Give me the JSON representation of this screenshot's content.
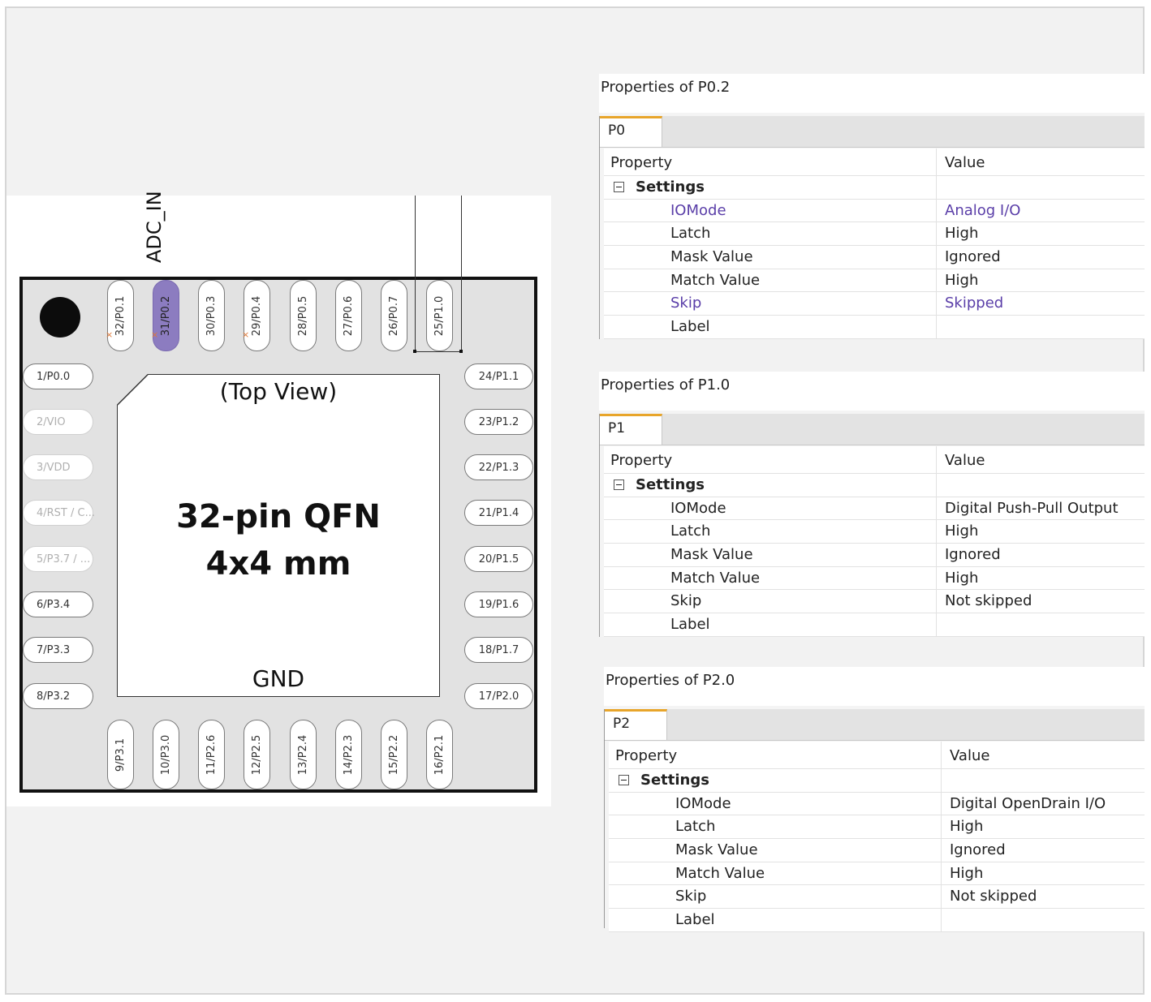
{
  "chip": {
    "title_text": "(Top View)",
    "package_line1": "32-pin QFN",
    "package_line2": "4x4 mm",
    "center_label": "GND",
    "net_label": "ADC_IN",
    "top_pins": [
      "32/P0.1",
      "31/P0.2",
      "30/P0.3",
      "29/P0.4",
      "28/P0.5",
      "27/P0.6",
      "26/P0.7",
      "25/P1.0"
    ],
    "left_pins": [
      "1/P0.0",
      "2/VIO",
      "3/VDD",
      "4/RST / C...",
      "5/P3.7 / ...",
      "6/P3.4",
      "7/P3.3",
      "8/P3.2"
    ],
    "right_pins": [
      "24/P1.1",
      "23/P1.2",
      "22/P1.3",
      "21/P1.4",
      "20/P1.5",
      "19/P1.6",
      "18/P1.7",
      "17/P2.0"
    ],
    "bottom_pins": [
      "9/P3.1",
      "10/P3.0",
      "11/P2.6",
      "12/P2.5",
      "13/P2.4",
      "14/P2.3",
      "15/P2.2",
      "16/P2.1"
    ],
    "selected_pin_color": "#8c7cc0"
  },
  "panels": [
    {
      "title": "Properties of P0.2",
      "tab": "P0",
      "header": {
        "property": "Property",
        "value": "Value"
      },
      "category": "Settings",
      "rows": [
        {
          "property": "IOMode",
          "value": "Analog I/O"
        },
        {
          "property": "Latch",
          "value": "High"
        },
        {
          "property": "Mask Value",
          "value": "Ignored"
        },
        {
          "property": "Match Value",
          "value": "High"
        },
        {
          "property": "Skip",
          "value": "Skipped"
        },
        {
          "property": "Label",
          "value": ""
        }
      ]
    },
    {
      "title": "Properties of P1.0",
      "tab": "P1",
      "header": {
        "property": "Property",
        "value": "Value"
      },
      "category": "Settings",
      "rows": [
        {
          "property": "IOMode",
          "value": "Digital Push-Pull Output"
        },
        {
          "property": "Latch",
          "value": "High"
        },
        {
          "property": "Mask Value",
          "value": "Ignored"
        },
        {
          "property": "Match Value",
          "value": "High"
        },
        {
          "property": "Skip",
          "value": "Not skipped"
        },
        {
          "property": "Label",
          "value": ""
        }
      ]
    },
    {
      "title": "Properties of P2.0",
      "tab": "P2",
      "header": {
        "property": "Property",
        "value": "Value"
      },
      "category": "Settings",
      "rows": [
        {
          "property": "IOMode",
          "value": "Digital OpenDrain I/O"
        },
        {
          "property": "Latch",
          "value": "High"
        },
        {
          "property": "Mask Value",
          "value": "Ignored"
        },
        {
          "property": "Match Value",
          "value": "High"
        },
        {
          "property": "Skip",
          "value": "Not skipped"
        },
        {
          "property": "Label",
          "value": ""
        }
      ]
    }
  ],
  "colors": {
    "accent_purple": "#5a3ea8",
    "tab_highlight": "#e8a52a",
    "chip_body": "#e2e2e2",
    "pin_marker": "#e07a3a"
  }
}
